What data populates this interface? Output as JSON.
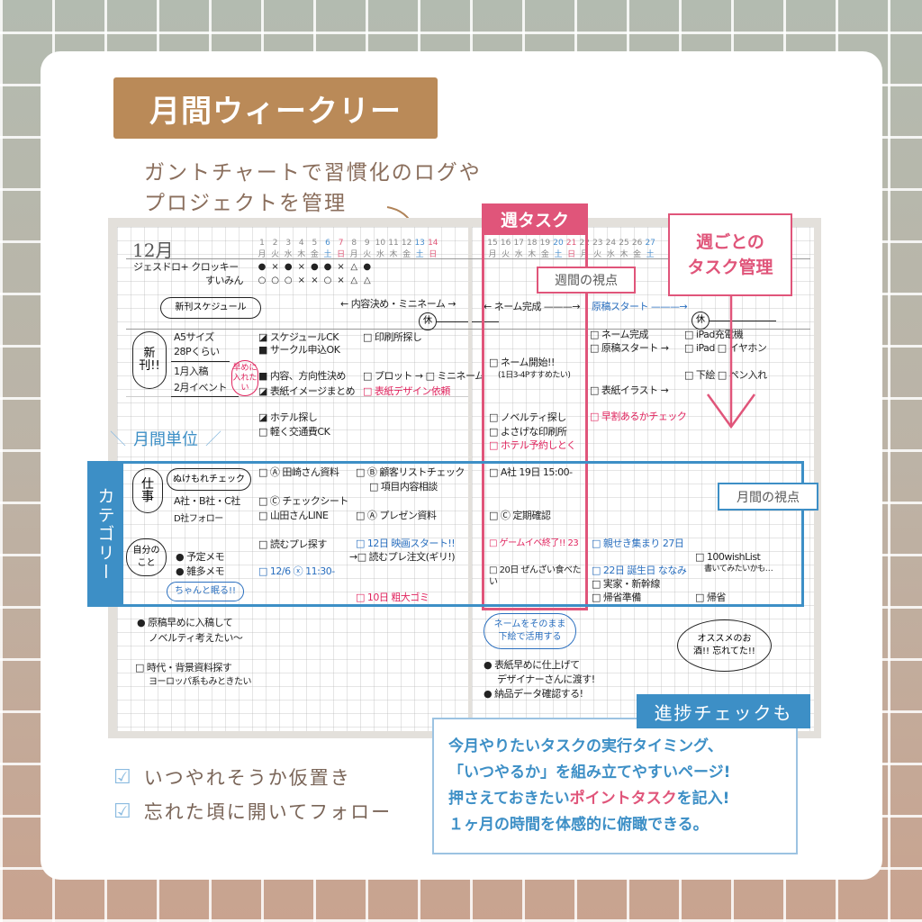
{
  "title": "月間ウィークリー",
  "subtitle": [
    "ガントチャートで習慣化のログや",
    "プロジェクトを管理"
  ],
  "colors": {
    "title_bg": "#ba8a58",
    "pink": "#e0557a",
    "blue": "#3d8fc6",
    "ink_red": "#e0245e",
    "ink_blue": "#2a6fbf"
  },
  "planner": {
    "month": "12月",
    "days": [
      "1",
      "2",
      "3",
      "4",
      "5",
      "6",
      "7",
      "8",
      "9",
      "10",
      "11",
      "12",
      "13",
      "14",
      "15",
      "16",
      "17",
      "18",
      "19",
      "20",
      "21",
      "22",
      "23",
      "24",
      "25",
      "26",
      "27"
    ],
    "weekdays": [
      "月",
      "火",
      "水",
      "木",
      "金",
      "土",
      "日",
      "月",
      "火",
      "水",
      "木",
      "金",
      "土",
      "日",
      "月",
      "火",
      "水",
      "木",
      "金",
      "土",
      "日",
      "月",
      "火",
      "水",
      "木",
      "金",
      "土"
    ],
    "habits": [
      {
        "label": "ジェスドロ+ クロッキー",
        "marks": [
          "●",
          "×",
          "●",
          "×",
          "●",
          "●",
          "×",
          "△",
          "●"
        ]
      },
      {
        "label": "すいみん",
        "marks": [
          "○",
          "○",
          "○",
          "×",
          "×",
          "○",
          "×",
          "△",
          "△"
        ]
      }
    ],
    "notes": [
      "← 内容決め・ミニネーム →",
      "休",
      "← ネーム完成 ———→",
      "原稿スタート ———→",
      "休",
      "A5サイズ",
      "28Pくらい",
      "1月入稿",
      "2月イベント",
      "◪ スケジュールCK",
      "■ サークル申込OK",
      "■ 内容、方向性決め",
      "◪ 表紙イメージまとめ",
      "◪ ホテル探し",
      "□ 軽く交通費CK",
      "□ 印刷所探し",
      "□ プロット → □ ミニネーム",
      "□ 表紙デザイン依頼",
      "□ ネーム開始!!",
      "(1日3-4Pすすめたい)",
      "□ ノベルティ探し",
      "□ よさげな印刷所",
      "□ ホテル予約しとく",
      "□ ネーム完成",
      "□ 原稿スタート →",
      "□ 表紙イラスト →",
      "□ 早割あるかチェック",
      "□ iPad充電機",
      "□ iPad  □ イヤホン",
      "□ 下絵  □ ペン入れ",
      "A社・B社・C社",
      "D社フォロー",
      "● 予定メモ",
      "● 雑多メモ",
      "□ Ⓐ 田崎さん資料",
      "□ Ⓒ チェックシート",
      "□  山田さんLINE",
      "□ 読むプレ探す",
      "□ 12/6 ⓧ 11:30-",
      "□ Ⓑ 顧客リストチェック",
      "□ 項目内容相談",
      "□ Ⓐ プレゼン資料",
      "□ 12日 映画スタート!!",
      "→□ 読むプレ注文(ギリ!)",
      "□ 10日 粗大ゴミ",
      "□ A社 19日 15:00-",
      "□ Ⓒ 定期確認",
      "□ ゲームイベ終了!! 23",
      "□ 20日 ぜんざい食べたい",
      "□ 親せき集まり 27日",
      "□ 22日 誕生日 ななみ",
      "□ 実家・新幹線",
      "□ 帰省準備",
      "□ 100wishList",
      "書いてみたいかも…",
      "□ 帰省",
      "● 原稿早めに入稿して",
      "ノベルティ考えたい〜",
      "□ 時代・背景資料探す",
      "ヨーロッパ系もみときたい",
      "● 表紙早めに仕上げて",
      "デザイナーさんに渡す!",
      "● 納品データ確認する!"
    ],
    "bubbles": [
      "新刊スケジュール",
      "新刊!!",
      "早めに入れたい",
      "ぬけもれチェック",
      "仕事",
      "自分のこと",
      "ちゃんと眠る!!",
      "ネームをそのまま 下絵で活用する",
      "オススメのお酒!! 忘れてた!!"
    ]
  },
  "labels": {
    "weekly_task": "週タスク",
    "weekly_view": "週間の視点",
    "weekly_manage": [
      "週ごとの",
      "タスク管理"
    ],
    "monthly_unit": "月間単位",
    "category": "カテゴリー",
    "monthly_view": "月間の視点",
    "progress": "進捗チェックも"
  },
  "description": {
    "line1": "今月やりたいタスクの実行タイミング、",
    "line2": "「いつやるか」を組み立てやすいページ!",
    "line3a": "押さえておきたい",
    "line3b": "ポイントタスク",
    "line3c": "を記入!",
    "line4": "１ヶ月の時間を体感的に俯瞰できる。"
  },
  "checklist": [
    {
      "icon": "check-icon",
      "text": "いつやれそうか仮置き"
    },
    {
      "icon": "check-icon",
      "text": "忘れた頃に開いてフォロー"
    }
  ]
}
